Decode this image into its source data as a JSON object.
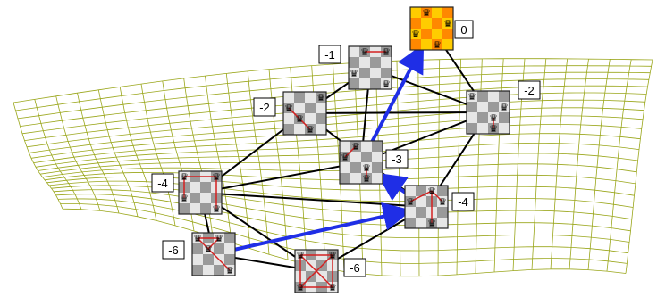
{
  "title": "",
  "colors": {
    "mesh": "#9aa61a",
    "edge_normal": "#000000",
    "edge_highlight": "#1f2ee6",
    "conflict": "#d42020",
    "board_light": "#e6e6e6",
    "board_dark": "#9a9a9a",
    "solution_light": "#ffcc00",
    "solution_dark": "#ff8800"
  },
  "icons": {
    "queen": "chess-queen-icon"
  },
  "nodes": [
    {
      "id": "n0",
      "score": "0",
      "solution": true
    },
    {
      "id": "n1",
      "score": "-1"
    },
    {
      "id": "n2a",
      "score": "-2"
    },
    {
      "id": "n2b",
      "score": "-2"
    },
    {
      "id": "n3",
      "score": "-3"
    },
    {
      "id": "n4a",
      "score": "-4"
    },
    {
      "id": "n4b",
      "score": "-4"
    },
    {
      "id": "n6a",
      "score": "-6"
    },
    {
      "id": "n6b",
      "score": "-6"
    }
  ],
  "edges": [
    {
      "from": "n1",
      "to": "n2a"
    },
    {
      "from": "n1",
      "to": "n2b"
    },
    {
      "from": "n1",
      "to": "n3"
    },
    {
      "from": "n0",
      "to": "n2b"
    },
    {
      "from": "n2a",
      "to": "n2b"
    },
    {
      "from": "n2a",
      "to": "n4b"
    },
    {
      "from": "n2a",
      "to": "n4a"
    },
    {
      "from": "n2b",
      "to": "n3"
    },
    {
      "from": "n2b",
      "to": "n4b"
    },
    {
      "from": "n3",
      "to": "n4a"
    },
    {
      "from": "n4a",
      "to": "n4b"
    },
    {
      "from": "n4a",
      "to": "n6a"
    },
    {
      "from": "n4a",
      "to": "n6b"
    },
    {
      "from": "n4b",
      "to": "n6a"
    },
    {
      "from": "n4b",
      "to": "n6b"
    },
    {
      "from": "n6a",
      "to": "n6b"
    },
    {
      "from": "n3",
      "to": "n0",
      "highlight": true
    },
    {
      "from": "n4b",
      "to": "n3",
      "highlight": true
    },
    {
      "from": "n6a",
      "to": "n4b",
      "highlight": true
    }
  ]
}
